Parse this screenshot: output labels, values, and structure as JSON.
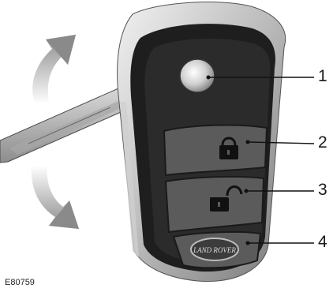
{
  "figure": {
    "subject": "remote-key-fob",
    "reference_code": "E80759"
  },
  "callouts": [
    {
      "number": "1",
      "target": "key-release-button"
    },
    {
      "number": "2",
      "target": "lock-button"
    },
    {
      "number": "3",
      "target": "unlock-button"
    },
    {
      "number": "4",
      "target": "logo-button"
    }
  ],
  "logo_text": "LAND ROVER",
  "colors": {
    "body": "#1e1e1e",
    "bezel": "#3a3a3a",
    "button": "#5b5b5b",
    "arrow": "#8a8a8a",
    "callout_line": "#111111"
  }
}
